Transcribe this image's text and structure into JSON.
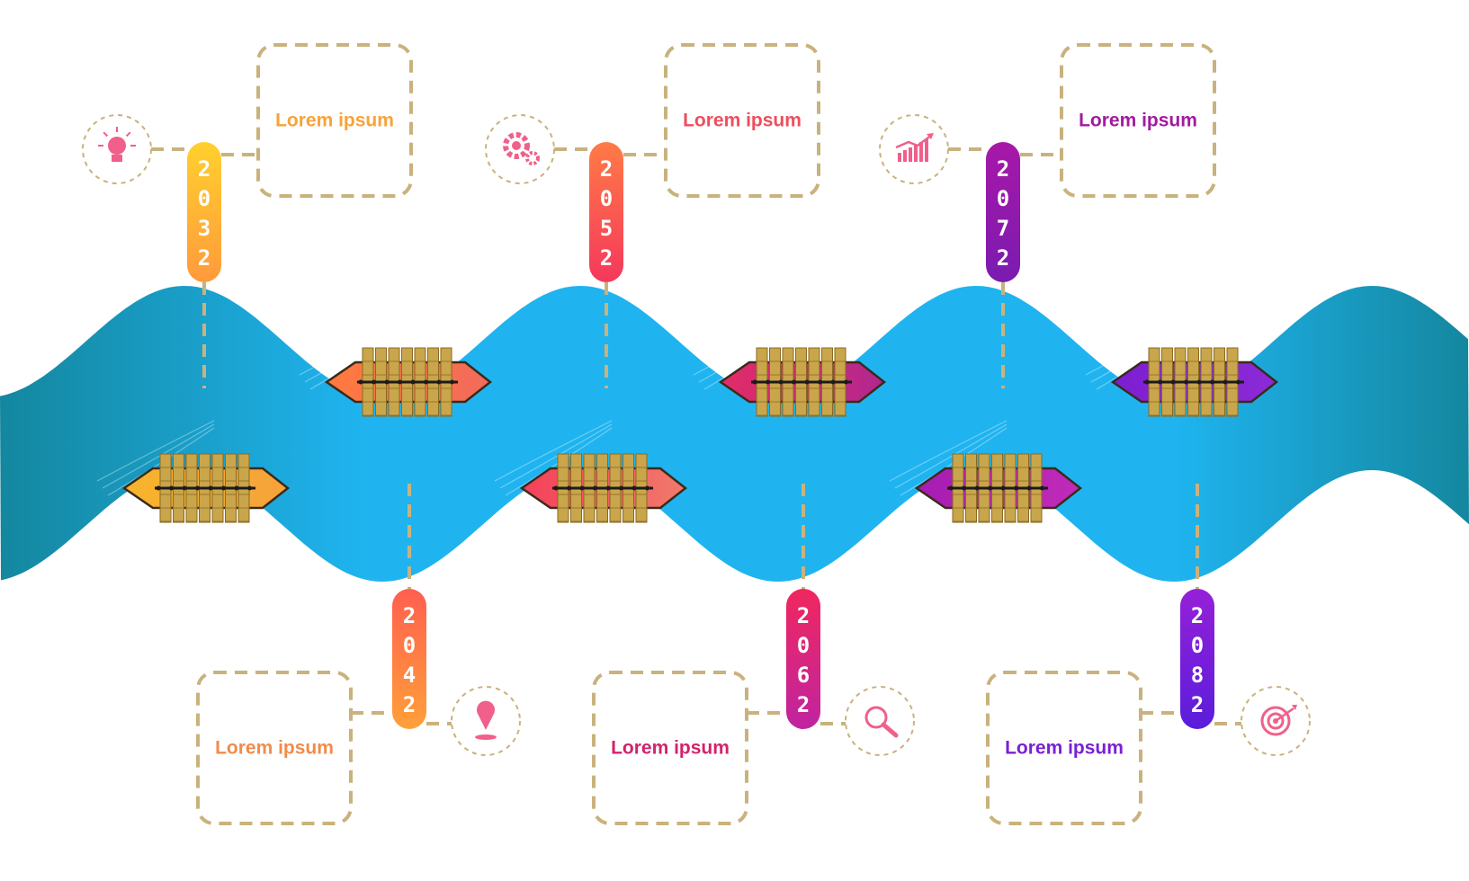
{
  "milestones": [
    {
      "year": "2032",
      "label": "Lorem ipsum",
      "icon": "lightbulb-icon",
      "color": "#f7a33a",
      "grad_top": "#ffd02e",
      "grad_bottom": "#ff9a3c",
      "boat_bow": "#f7b42c",
      "boat_stern": "#f6a33b"
    },
    {
      "year": "2042",
      "label": "Lorem ipsum",
      "icon": "map-pin-icon",
      "color": "#f28b4a",
      "grad_top": "#ff5f4f",
      "grad_bottom": "#ffa03a",
      "boat_bow": "#ff7a3e",
      "boat_stern": "#f26a5b"
    },
    {
      "year": "2052",
      "label": "Lorem ipsum",
      "icon": "gears-icon",
      "color": "#ef4e5d",
      "grad_top": "#ff7b46",
      "grad_bottom": "#f5385c",
      "boat_bow": "#f5405a",
      "boat_stern": "#f07a6b"
    },
    {
      "year": "2062",
      "label": "Lorem ipsum",
      "icon": "magnifier-icon",
      "color": "#d4226d",
      "grad_top": "#f0275f",
      "grad_bottom": "#c024a0",
      "boat_bow": "#e22c66",
      "boat_stern": "#b2278f"
    },
    {
      "year": "2072",
      "label": "Lorem ipsum",
      "icon": "growth-chart-icon",
      "color": "#a11ba0",
      "grad_top": "#a818a8",
      "grad_bottom": "#7a1bb0",
      "boat_bow": "#a61cb2",
      "boat_stern": "#c02ab8"
    },
    {
      "year": "2082",
      "label": "Lorem ipsum",
      "icon": "target-icon",
      "color": "#7b1fd6",
      "grad_top": "#9520d8",
      "grad_bottom": "#5a1ddb",
      "boat_bow": "#7d1ed2",
      "boat_stern": "#8b2ad6"
    }
  ],
  "colors": {
    "river_light": "#1fb4f0",
    "river_dark": "#14879f",
    "dash": "#c9b27d",
    "icon_pink": "#f0608a",
    "plank": "#c9a54b",
    "plank_dark": "#8a6a22"
  }
}
